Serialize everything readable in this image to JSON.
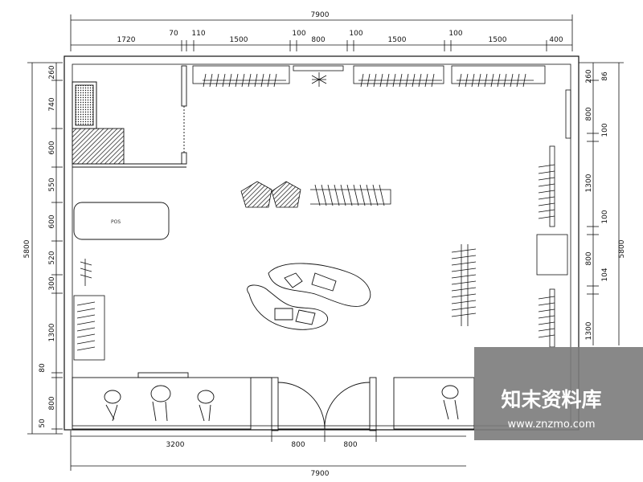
{
  "dimensions": {
    "top_total": "7900",
    "top_segments": [
      "1720",
      "70",
      "110",
      "1500",
      "100",
      "800",
      "100",
      "1500",
      "100",
      "1500",
      "400"
    ],
    "bottom_total": "7900",
    "bottom_segments": [
      "3200",
      "800",
      "800"
    ],
    "left_total": "5800",
    "left_segments": [
      "260",
      "740",
      "600",
      "550",
      "600",
      "520",
      "300",
      "1300",
      "80",
      "800",
      "50"
    ],
    "right_total": "5800",
    "right_segments": [
      "260",
      "86",
      "800",
      "100",
      "1300",
      "100",
      "800",
      "104",
      "1300"
    ]
  },
  "rooms": {
    "pos_counter_label": "POS"
  },
  "watermark": {
    "brand": "知末资料库",
    "url": "www.znzmo.com"
  },
  "colors": {
    "line": "#111111",
    "watermark_bg": "#7b7b7b"
  }
}
